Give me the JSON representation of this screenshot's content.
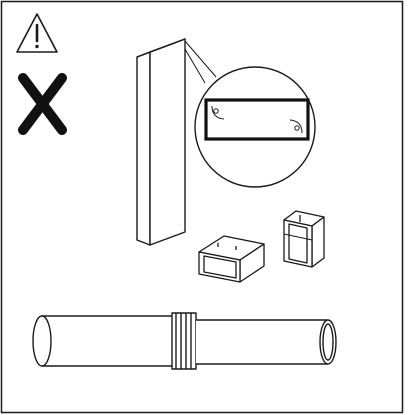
{
  "panel": {
    "warning_icon": "warning-triangle-icon",
    "prohibited_mark": "x-mark-icon",
    "illustrations": [
      "rectangular-duct-section",
      "detail-magnifier-circle",
      "flat-rectangular-connector",
      "upright-rectangular-connector",
      "round-pipe-with-socket"
    ]
  },
  "colors": {
    "line": "#1a1a1a",
    "background": "#ffffff",
    "mark": "#111111"
  }
}
